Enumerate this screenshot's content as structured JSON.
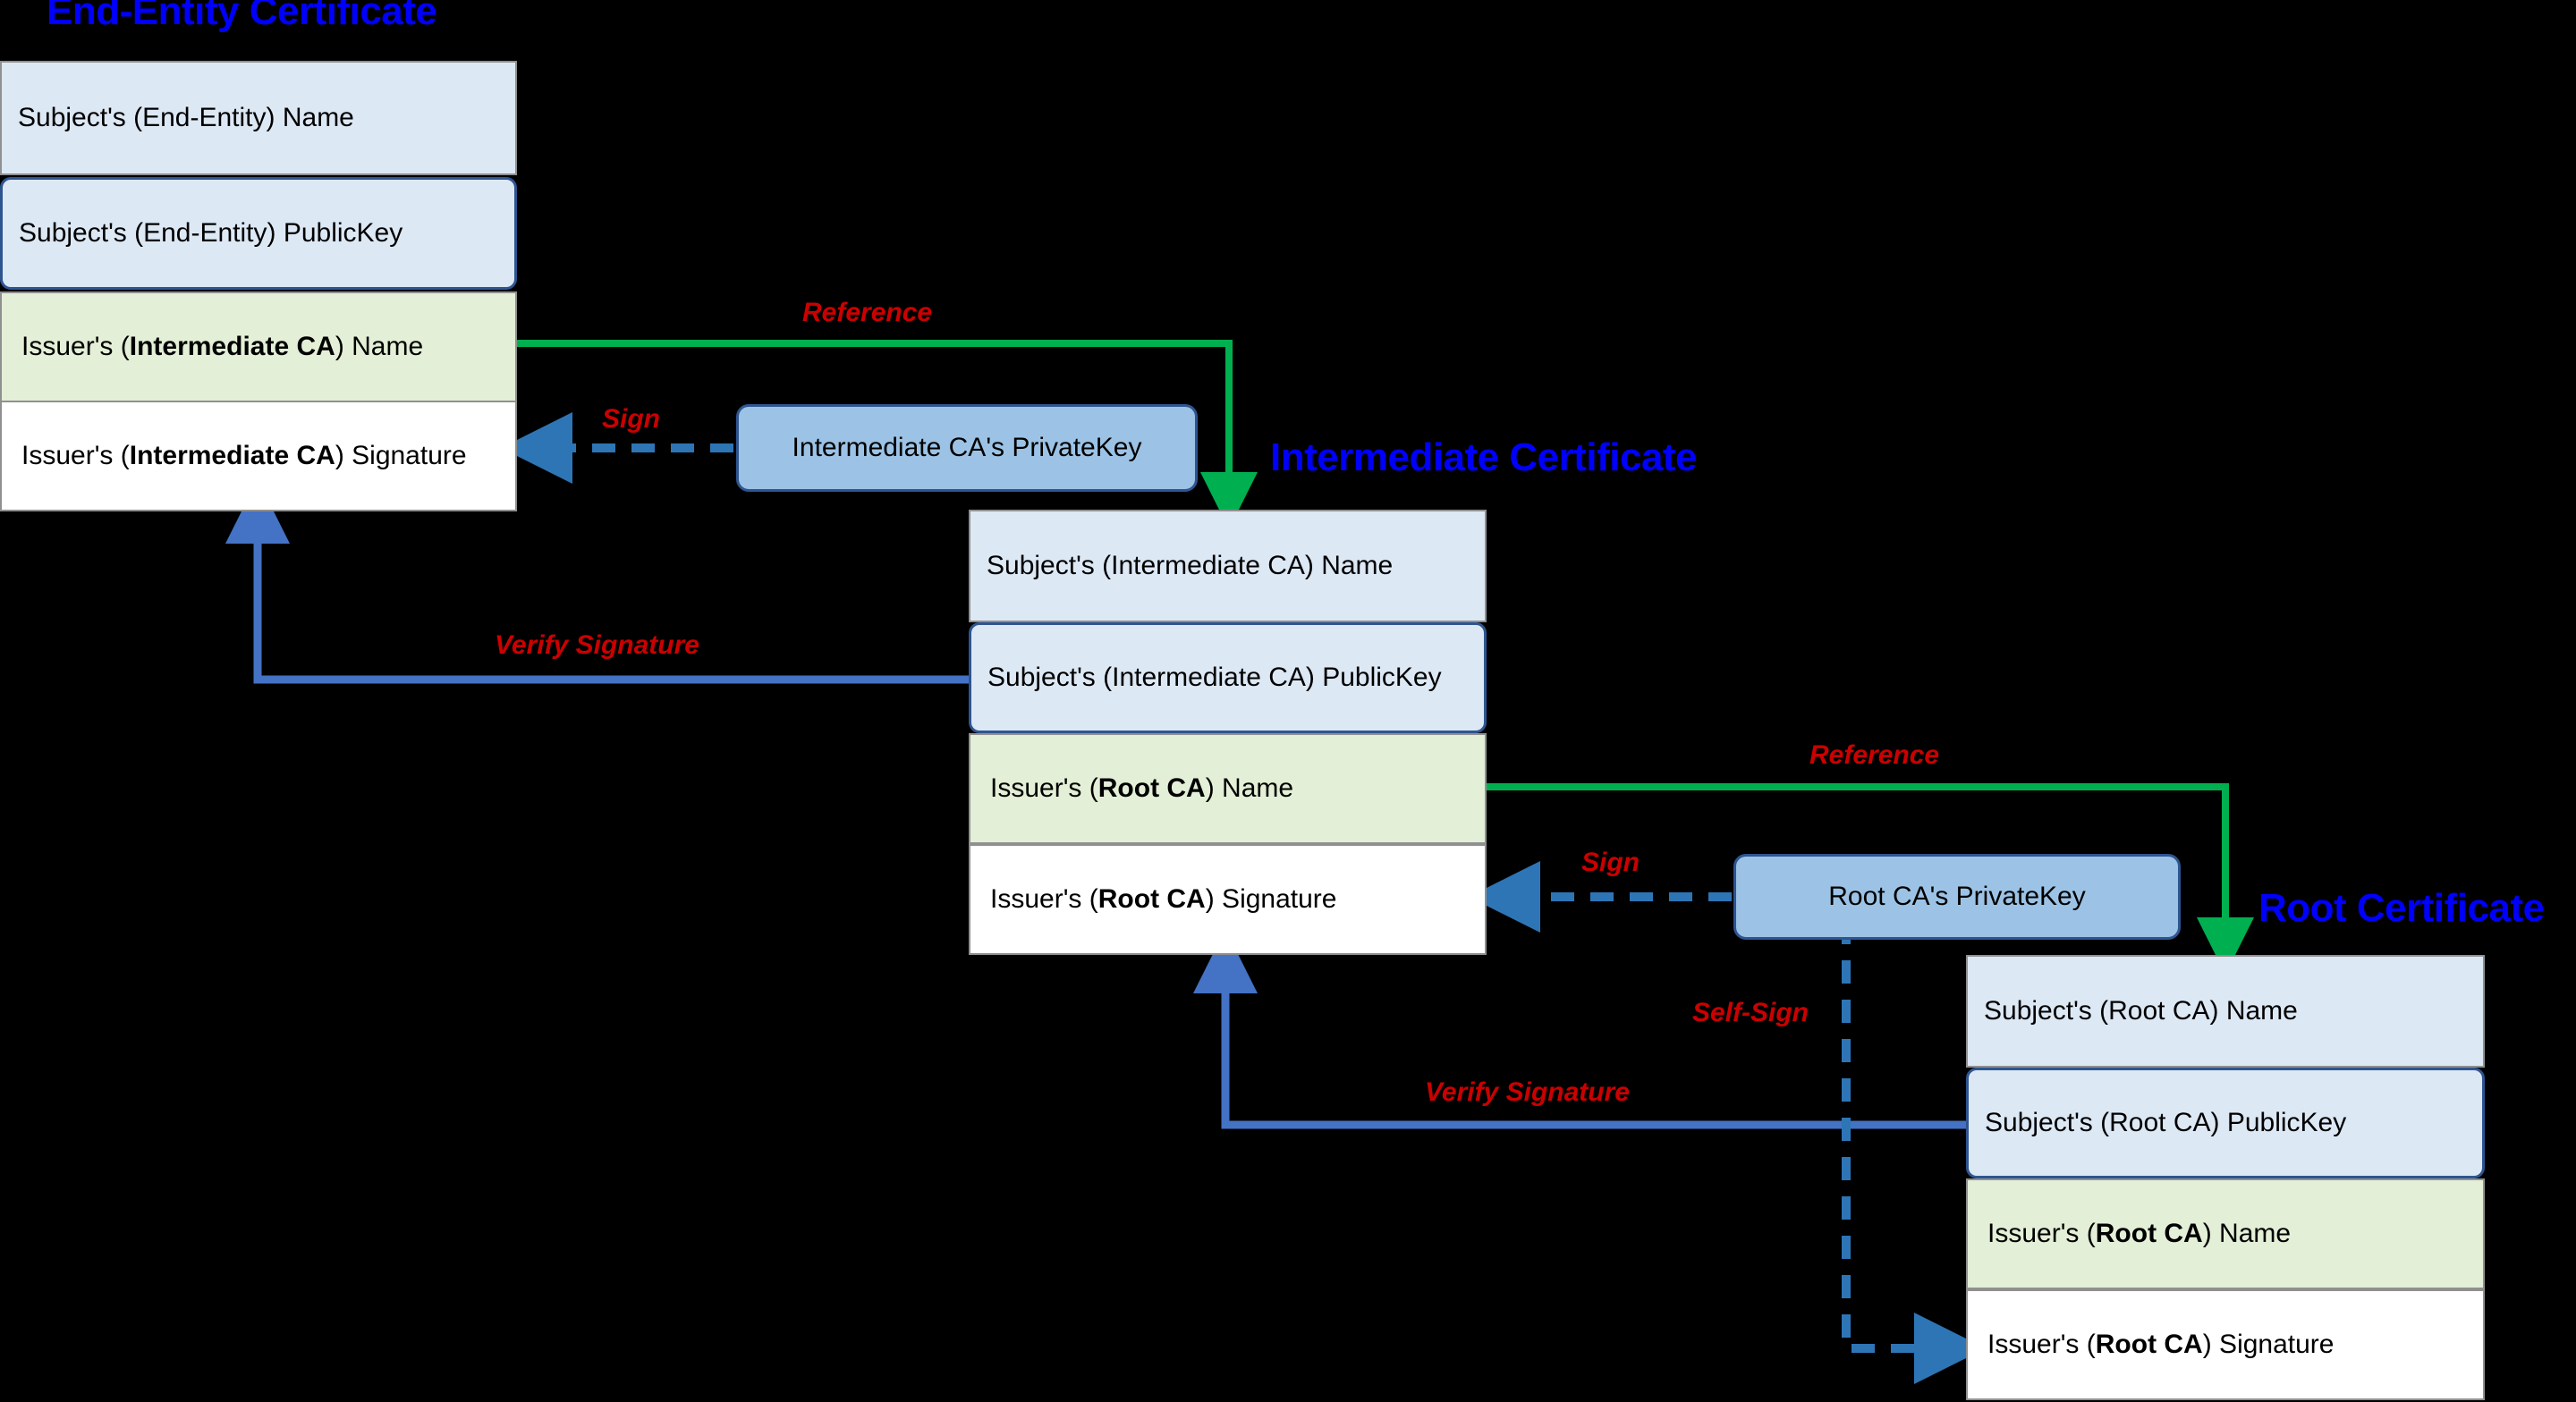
{
  "diagram": {
    "background": "#000000",
    "colors": {
      "title": "#0000ff",
      "label": "#cc0000",
      "reference_arrow": "#00b050",
      "sign_arrow": "#2e75b6",
      "verify_arrow": "#4472c4",
      "subject_row": "#dde8f5",
      "issuer_name_row": "#e3efd6",
      "issuer_sig_row": "#ffffff",
      "privatekey_box": "#9cc3e5",
      "row_border": "#909090",
      "key_border": "#2e5590"
    }
  },
  "certificates": [
    {
      "id": "end-entity",
      "title": "End-Entity Certificate",
      "rows": [
        {
          "kind": "subject-name",
          "text": "Subject's (End-Entity) Name"
        },
        {
          "kind": "subject-key",
          "text": "Subject's (End-Entity) PublicKey"
        },
        {
          "kind": "issuer-name",
          "prefix": "Issuer's (",
          "bold": "Intermediate CA",
          "suffix": ") Name"
        },
        {
          "kind": "issuer-sig",
          "prefix": "Issuer's (",
          "bold": "Intermediate CA",
          "suffix": ") Signature"
        }
      ]
    },
    {
      "id": "intermediate",
      "title": "Intermediate Certificate",
      "rows": [
        {
          "kind": "subject-name",
          "text": "Subject's (Intermediate CA) Name"
        },
        {
          "kind": "subject-key",
          "text": "Subject's (Intermediate CA) PublicKey"
        },
        {
          "kind": "issuer-name",
          "prefix": "Issuer's (",
          "bold": "Root CA",
          "suffix": ") Name"
        },
        {
          "kind": "issuer-sig",
          "prefix": "Issuer's (",
          "bold": "Root CA",
          "suffix": ") Signature"
        }
      ]
    },
    {
      "id": "root",
      "title": "Root Certificate",
      "rows": [
        {
          "kind": "subject-name",
          "text": "Subject's (Root CA) Name"
        },
        {
          "kind": "subject-key",
          "text": "Subject's (Root CA) PublicKey"
        },
        {
          "kind": "issuer-name",
          "prefix": "Issuer's (",
          "bold": "Root CA",
          "suffix": ") Name"
        },
        {
          "kind": "issuer-sig",
          "prefix": "Issuer's (",
          "bold": "Root CA",
          "suffix": ") Signature"
        }
      ]
    }
  ],
  "private_keys": [
    {
      "id": "intermediate-privkey",
      "label": "Intermediate CA's PrivateKey"
    },
    {
      "id": "root-privkey",
      "label": "Root CA's PrivateKey"
    }
  ],
  "edges": [
    {
      "id": "reference-ee-to-int",
      "label": "Reference",
      "style": "solid-green"
    },
    {
      "id": "sign-int-to-ee",
      "label": "Sign",
      "style": "dashed-blue"
    },
    {
      "id": "verify-int-to-ee",
      "label": "Verify Signature",
      "style": "solid-blue"
    },
    {
      "id": "reference-int-to-root",
      "label": "Reference",
      "style": "solid-green"
    },
    {
      "id": "sign-root-to-int",
      "label": "Sign",
      "style": "dashed-blue"
    },
    {
      "id": "verify-root-to-int",
      "label": "Verify Signature",
      "style": "solid-blue"
    },
    {
      "id": "self-sign-root",
      "label": "Self-Sign",
      "style": "dashed-blue"
    }
  ]
}
